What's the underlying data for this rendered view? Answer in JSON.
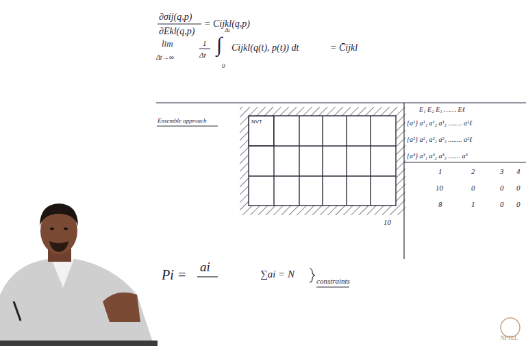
{
  "diagram": {
    "nodes": [
      {
        "text": [
          "NVT"
        ]
      }
    ],
    "labels": [
      "∂σij(q,p)",
      "∂Ekl(q,p)",
      "= Cijkl(q,p)",
      "lim",
      "Δt→∞",
      "1",
      "Δt",
      "Δt",
      "∫",
      "0",
      "Cijkl(q(t), p(t)) dt",
      "= C̄ijkl",
      "Ensemble approach",
      "E₁ E₂ E₃ …… Eℓ",
      "{a¹} a¹₁ a¹₂ a¹₃ ........ a¹ℓ",
      "{a²} a²₁ a²₂ a²₃ ........ a²ℓ",
      "{a³} a³₁ a³₂ a³₃ ....... a³",
      "1",
      "2",
      "3",
      "4",
      "10",
      "0",
      "0",
      "0",
      "8",
      "1",
      "0",
      "0",
      "10",
      "Pi =",
      "ai",
      "∑ai = N",
      "constraints",
      "NPTEL"
    ]
  }
}
